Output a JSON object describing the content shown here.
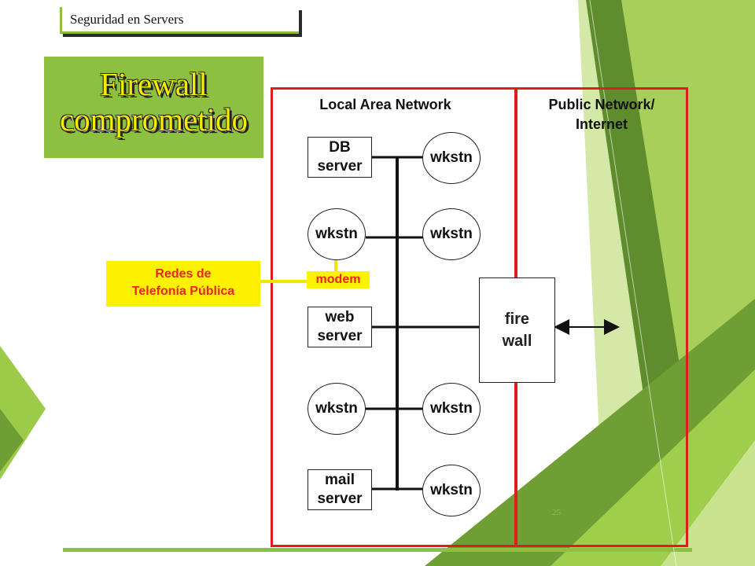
{
  "slide": {
    "header": "Seguridad en Servers",
    "title_line1": "Firewall",
    "title_line2": "comprometido",
    "page_number": "25"
  },
  "diagram": {
    "lan_label": "Local Area Network",
    "public_label_line1": "Public Network/",
    "public_label_line2": "Internet",
    "servers": {
      "db_line1": "DB",
      "db_line2": "server",
      "web_line1": "web",
      "web_line2": "server",
      "mail_line1": "mail",
      "mail_line2": "server"
    },
    "workstation_label": "wkstn",
    "modem_label": "modem",
    "phone_network_line1": "Redes de",
    "phone_network_line2": "Telefonía Pública",
    "firewall_line1": "fire",
    "firewall_line2": "wall"
  },
  "colors": {
    "accent_green": "#8dbf40",
    "title_text": "#f5ea00",
    "border_red": "#e01c1c",
    "callout_yellow": "#fff200",
    "callout_text": "#e8261e"
  }
}
